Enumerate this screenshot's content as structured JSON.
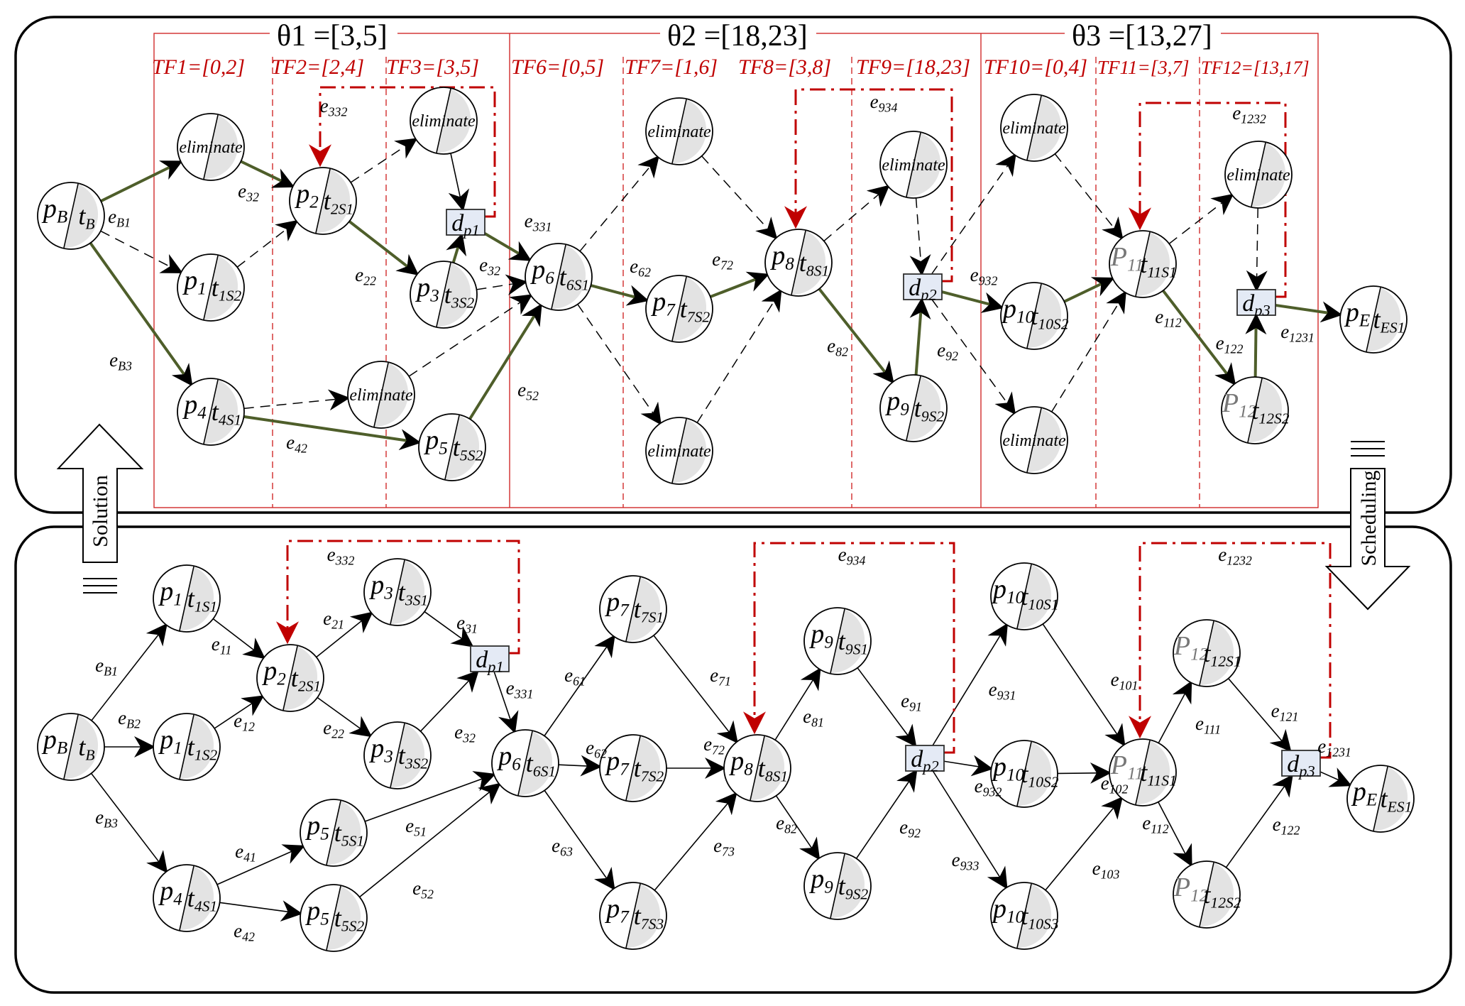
{
  "panels": {
    "top": {
      "theta_labels": [
        {
          "id": "t1",
          "text": "θ1 =[3,5]"
        },
        {
          "id": "t2",
          "text": "θ2 =[18,23]"
        },
        {
          "id": "t3",
          "text": "θ3 =[13,27]"
        }
      ],
      "tf_labels": [
        {
          "id": "tf1",
          "text": "TF1=[0,2]"
        },
        {
          "id": "tf2",
          "text": "TF2=[2,4]"
        },
        {
          "id": "tf3",
          "text": "TF3=[3,5]"
        },
        {
          "id": "tf6",
          "text": "TF6=[0,5]"
        },
        {
          "id": "tf7",
          "text": "TF7=[1,6]"
        },
        {
          "id": "tf8",
          "text": "TF8=[3,8]"
        },
        {
          "id": "tf9",
          "text": "TF9=[18,23]"
        },
        {
          "id": "tf10",
          "text": "TF10=[0,4]"
        },
        {
          "id": "tf11",
          "text": "TF11=[3,7]"
        },
        {
          "id": "tf12",
          "text": "TF12=[13,17]"
        }
      ],
      "nodes": [
        {
          "id": "pB",
          "kind": "node",
          "p": "pB",
          "t": "tB"
        },
        {
          "id": "elA",
          "kind": "eliminate",
          "label": "eliminate"
        },
        {
          "id": "p1",
          "kind": "node",
          "p": "p1",
          "t": "t1S2"
        },
        {
          "id": "p4",
          "kind": "node",
          "p": "p4",
          "t": "t4S1"
        },
        {
          "id": "p2",
          "kind": "node",
          "p": "p2",
          "t": "t2S1"
        },
        {
          "id": "elB",
          "kind": "eliminate",
          "label": "eliminate"
        },
        {
          "id": "p3",
          "kind": "node",
          "p": "p3",
          "t": "t3S2"
        },
        {
          "id": "elC",
          "kind": "eliminate",
          "label": "eliminate"
        },
        {
          "id": "p5",
          "kind": "node",
          "p": "p5",
          "t": "t5S2"
        },
        {
          "id": "dp1",
          "kind": "dp",
          "label": "dp1"
        },
        {
          "id": "p6",
          "kind": "node",
          "p": "p6",
          "t": "t6S1"
        },
        {
          "id": "elD",
          "kind": "eliminate",
          "label": "eliminate"
        },
        {
          "id": "p7",
          "kind": "node",
          "p": "p7",
          "t": "t7S2"
        },
        {
          "id": "elE",
          "kind": "eliminate",
          "label": "eliminate"
        },
        {
          "id": "p8",
          "kind": "node",
          "p": "p8",
          "t": "t8S1"
        },
        {
          "id": "elF",
          "kind": "eliminate",
          "label": "eliminate"
        },
        {
          "id": "p9",
          "kind": "node",
          "p": "p9",
          "t": "t9S2"
        },
        {
          "id": "dp2",
          "kind": "dp",
          "label": "dp2"
        },
        {
          "id": "elG",
          "kind": "eliminate",
          "label": "eliminate"
        },
        {
          "id": "p10",
          "kind": "node",
          "p": "p10",
          "t": "t10S2"
        },
        {
          "id": "elH",
          "kind": "eliminate",
          "label": "eliminate"
        },
        {
          "id": "p11",
          "kind": "node",
          "p": "P11",
          "t": "t11S1",
          "gray": true
        },
        {
          "id": "elI",
          "kind": "eliminate",
          "label": "eliminate"
        },
        {
          "id": "dp3",
          "kind": "dp",
          "label": "dp3"
        },
        {
          "id": "p12",
          "kind": "node",
          "p": "P12",
          "t": "t12S2",
          "gray": true
        },
        {
          "id": "pE",
          "kind": "node",
          "p": "pE",
          "t": "tES1"
        }
      ],
      "edges": [
        {
          "from": "pB",
          "to": "elA",
          "style": "green"
        },
        {
          "from": "pB",
          "to": "p1",
          "style": "dash"
        },
        {
          "from": "pB",
          "to": "p4",
          "style": "green"
        },
        {
          "from": "elA",
          "to": "p2",
          "style": "green"
        },
        {
          "from": "p1",
          "to": "p2",
          "style": "dash"
        },
        {
          "from": "p4",
          "to": "elC",
          "style": "dash"
        },
        {
          "from": "p4",
          "to": "p5",
          "style": "green"
        },
        {
          "from": "p2",
          "to": "elB",
          "style": "dash"
        },
        {
          "from": "p2",
          "to": "p3",
          "style": "green"
        },
        {
          "from": "elB",
          "to": "dp1",
          "style": "thin"
        },
        {
          "from": "p3",
          "to": "dp1",
          "style": "green"
        },
        {
          "from": "dp1",
          "to": "p6",
          "style": "green"
        },
        {
          "from": "p3",
          "to": "p6",
          "style": "dash"
        },
        {
          "from": "elC",
          "to": "p6",
          "style": "dash"
        },
        {
          "from": "p5",
          "to": "p6",
          "style": "green"
        },
        {
          "from": "p6",
          "to": "elD",
          "style": "dash"
        },
        {
          "from": "p6",
          "to": "p7",
          "style": "green"
        },
        {
          "from": "p6",
          "to": "elE",
          "style": "dash"
        },
        {
          "from": "elD",
          "to": "p8",
          "style": "dash"
        },
        {
          "from": "p7",
          "to": "p8",
          "style": "green"
        },
        {
          "from": "elE",
          "to": "p8",
          "style": "dash"
        },
        {
          "from": "p8",
          "to": "elF",
          "style": "dash"
        },
        {
          "from": "p8",
          "to": "p9",
          "style": "green"
        },
        {
          "from": "elF",
          "to": "dp2",
          "style": "dash"
        },
        {
          "from": "p9",
          "to": "dp2",
          "style": "green"
        },
        {
          "from": "dp2",
          "to": "elG",
          "style": "dash"
        },
        {
          "from": "dp2",
          "to": "p10",
          "style": "green"
        },
        {
          "from": "dp2",
          "to": "elH",
          "style": "dash"
        },
        {
          "from": "elG",
          "to": "p11",
          "style": "dash"
        },
        {
          "from": "p10",
          "to": "p11",
          "style": "green"
        },
        {
          "from": "elH",
          "to": "p11",
          "style": "dash"
        },
        {
          "from": "p11",
          "to": "elI",
          "style": "dash"
        },
        {
          "from": "p11",
          "to": "p12",
          "style": "green"
        },
        {
          "from": "elI",
          "to": "dp3",
          "style": "dash"
        },
        {
          "from": "p12",
          "to": "dp3",
          "style": "green"
        },
        {
          "from": "dp3",
          "to": "pE",
          "style": "green"
        }
      ],
      "feedback": [
        {
          "from": "dp1",
          "to": "p2",
          "label": "e332"
        },
        {
          "from": "dp2",
          "to": "p8",
          "label": "e934"
        },
        {
          "from": "dp3",
          "to": "p11",
          "label": "e1232"
        }
      ],
      "edge_labels": [
        "eB1",
        "eB3",
        "e32",
        "e332",
        "e22",
        "e32",
        "e331",
        "e42",
        "e52",
        "e62",
        "e72",
        "e82",
        "e934",
        "e92",
        "e932",
        "e112",
        "e1232",
        "e122",
        "e1231"
      ]
    },
    "bottom": {
      "nodes": [
        {
          "id": "pB",
          "kind": "node",
          "p": "pB",
          "t": "tB"
        },
        {
          "id": "p1a",
          "kind": "node",
          "p": "p1",
          "t": "t1S1"
        },
        {
          "id": "p1b",
          "kind": "node",
          "p": "p1",
          "t": "t1S2"
        },
        {
          "id": "p4",
          "kind": "node",
          "p": "p4",
          "t": "t4S1"
        },
        {
          "id": "p2",
          "kind": "node",
          "p": "p2",
          "t": "t2S1"
        },
        {
          "id": "p3a",
          "kind": "node",
          "p": "p3",
          "t": "t3S1"
        },
        {
          "id": "p3b",
          "kind": "node",
          "p": "p3",
          "t": "t3S2"
        },
        {
          "id": "dp1",
          "kind": "dp",
          "label": "dp1"
        },
        {
          "id": "p5a",
          "kind": "node",
          "p": "p5",
          "t": "t5S1"
        },
        {
          "id": "p5b",
          "kind": "node",
          "p": "p5",
          "t": "t5S2"
        },
        {
          "id": "p6",
          "kind": "node",
          "p": "p6",
          "t": "t6S1"
        },
        {
          "id": "p7a",
          "kind": "node",
          "p": "p7",
          "t": "t7S1"
        },
        {
          "id": "p7b",
          "kind": "node",
          "p": "p7",
          "t": "t7S2"
        },
        {
          "id": "p7c",
          "kind": "node",
          "p": "p7",
          "t": "t7S3"
        },
        {
          "id": "p8",
          "kind": "node",
          "p": "p8",
          "t": "t8S1"
        },
        {
          "id": "p9a",
          "kind": "node",
          "p": "p9",
          "t": "t9S1"
        },
        {
          "id": "p9b",
          "kind": "node",
          "p": "p9",
          "t": "t9S2"
        },
        {
          "id": "dp2",
          "kind": "dp",
          "label": "dp2"
        },
        {
          "id": "p10a",
          "kind": "node",
          "p": "p10",
          "t": "t10S1"
        },
        {
          "id": "p10b",
          "kind": "node",
          "p": "p10",
          "t": "t10S2"
        },
        {
          "id": "p10c",
          "kind": "node",
          "p": "p10",
          "t": "t10S3"
        },
        {
          "id": "p11",
          "kind": "node",
          "p": "P11",
          "t": "t11S1",
          "gray": true
        },
        {
          "id": "p12a",
          "kind": "node",
          "p": "P12",
          "t": "t12S1",
          "gray": true
        },
        {
          "id": "p12b",
          "kind": "node",
          "p": "P12",
          "t": "t12S2",
          "gray": true
        },
        {
          "id": "dp3",
          "kind": "dp",
          "label": "dp3"
        },
        {
          "id": "pE",
          "kind": "node",
          "p": "pE",
          "t": "tES1"
        }
      ],
      "edges": [
        {
          "from": "pB",
          "to": "p1a"
        },
        {
          "from": "pB",
          "to": "p1b"
        },
        {
          "from": "pB",
          "to": "p4"
        },
        {
          "from": "p1a",
          "to": "p2"
        },
        {
          "from": "p1b",
          "to": "p2"
        },
        {
          "from": "p2",
          "to": "p3a"
        },
        {
          "from": "p2",
          "to": "p3b"
        },
        {
          "from": "p3a",
          "to": "dp1"
        },
        {
          "from": "p3b",
          "to": "dp1"
        },
        {
          "from": "p4",
          "to": "p5a"
        },
        {
          "from": "p4",
          "to": "p5b"
        },
        {
          "from": "dp1",
          "to": "p6"
        },
        {
          "from": "p5a",
          "to": "p6"
        },
        {
          "from": "p5b",
          "to": "p6"
        },
        {
          "from": "p6",
          "to": "p7a"
        },
        {
          "from": "p6",
          "to": "p7b"
        },
        {
          "from": "p6",
          "to": "p7c"
        },
        {
          "from": "p7a",
          "to": "p8"
        },
        {
          "from": "p7b",
          "to": "p8"
        },
        {
          "from": "p7c",
          "to": "p8"
        },
        {
          "from": "p8",
          "to": "p9a"
        },
        {
          "from": "p8",
          "to": "p9b"
        },
        {
          "from": "p9a",
          "to": "dp2"
        },
        {
          "from": "p9b",
          "to": "dp2"
        },
        {
          "from": "dp2",
          "to": "p10a"
        },
        {
          "from": "dp2",
          "to": "p10b"
        },
        {
          "from": "dp2",
          "to": "p10c"
        },
        {
          "from": "p10a",
          "to": "p11"
        },
        {
          "from": "p10b",
          "to": "p11"
        },
        {
          "from": "p10c",
          "to": "p11"
        },
        {
          "from": "p11",
          "to": "p12a"
        },
        {
          "from": "p11",
          "to": "p12b"
        },
        {
          "from": "p12a",
          "to": "dp3"
        },
        {
          "from": "p12b",
          "to": "dp3"
        },
        {
          "from": "dp3",
          "to": "pE"
        }
      ],
      "feedback": [
        {
          "from": "dp1",
          "to": "p2",
          "label": "e332"
        },
        {
          "from": "dp2",
          "to": "p8",
          "label": "e934"
        },
        {
          "from": "dp3",
          "to": "p11",
          "label": "e1232"
        }
      ],
      "edge_labels": [
        "eB1",
        "eB2",
        "eB3",
        "e11",
        "e12",
        "e21",
        "e22",
        "e31",
        "e32",
        "e331",
        "e41",
        "e42",
        "e51",
        "e52",
        "e61",
        "e62",
        "e63",
        "e71",
        "e72",
        "e73",
        "e81",
        "e82",
        "e91",
        "e92",
        "e931",
        "e932",
        "e933",
        "e101",
        "e102",
        "e103",
        "e111",
        "e112",
        "e121",
        "e122",
        "e1231"
      ]
    }
  },
  "side_arrows": {
    "left": "Solution",
    "right": "Scheduling"
  },
  "colors": {
    "selected_edge": "#4e5e2a",
    "feedback_edge": "#c00000",
    "time_frame": "#d12a2a",
    "node_fill": "#e3e3e3",
    "dp_fill": "#e4eaf5"
  }
}
